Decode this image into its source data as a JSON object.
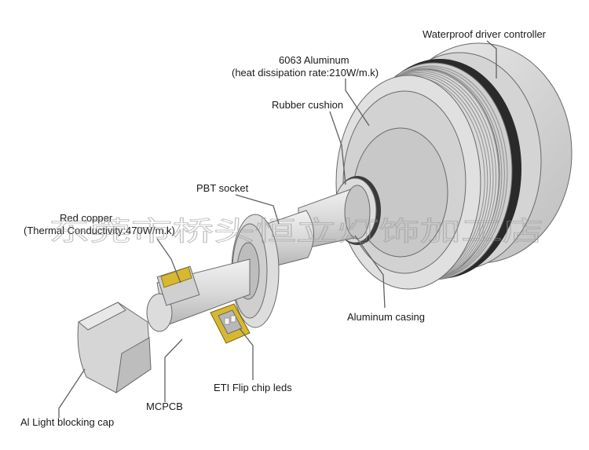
{
  "diagram": {
    "labels": {
      "waterproof": "Waterproof driver controller",
      "aluminum_line1": "6063 Aluminum",
      "aluminum_line2": "(heat dissipation rate:210W/m.k)",
      "rubber": "Rubber cushion",
      "pbt": "PBT socket",
      "copper_line1": "Red copper",
      "copper_line2": "(Thermal Conductivity:470W/m.k)",
      "casing": "Aluminum casing",
      "eti": "ETI Flip chip leds",
      "mcpcb": "MCPCB",
      "cap": "Al Light blocking cap"
    },
    "watermark": "东莞市桥头恒立灯饰加工店",
    "colors": {
      "metal_light": "#e6e6e6",
      "metal_mid": "#cfcfcf",
      "metal_dark": "#a9a9a9",
      "led_chip": "#d8b830",
      "rubber": "#2a2a2a"
    }
  }
}
